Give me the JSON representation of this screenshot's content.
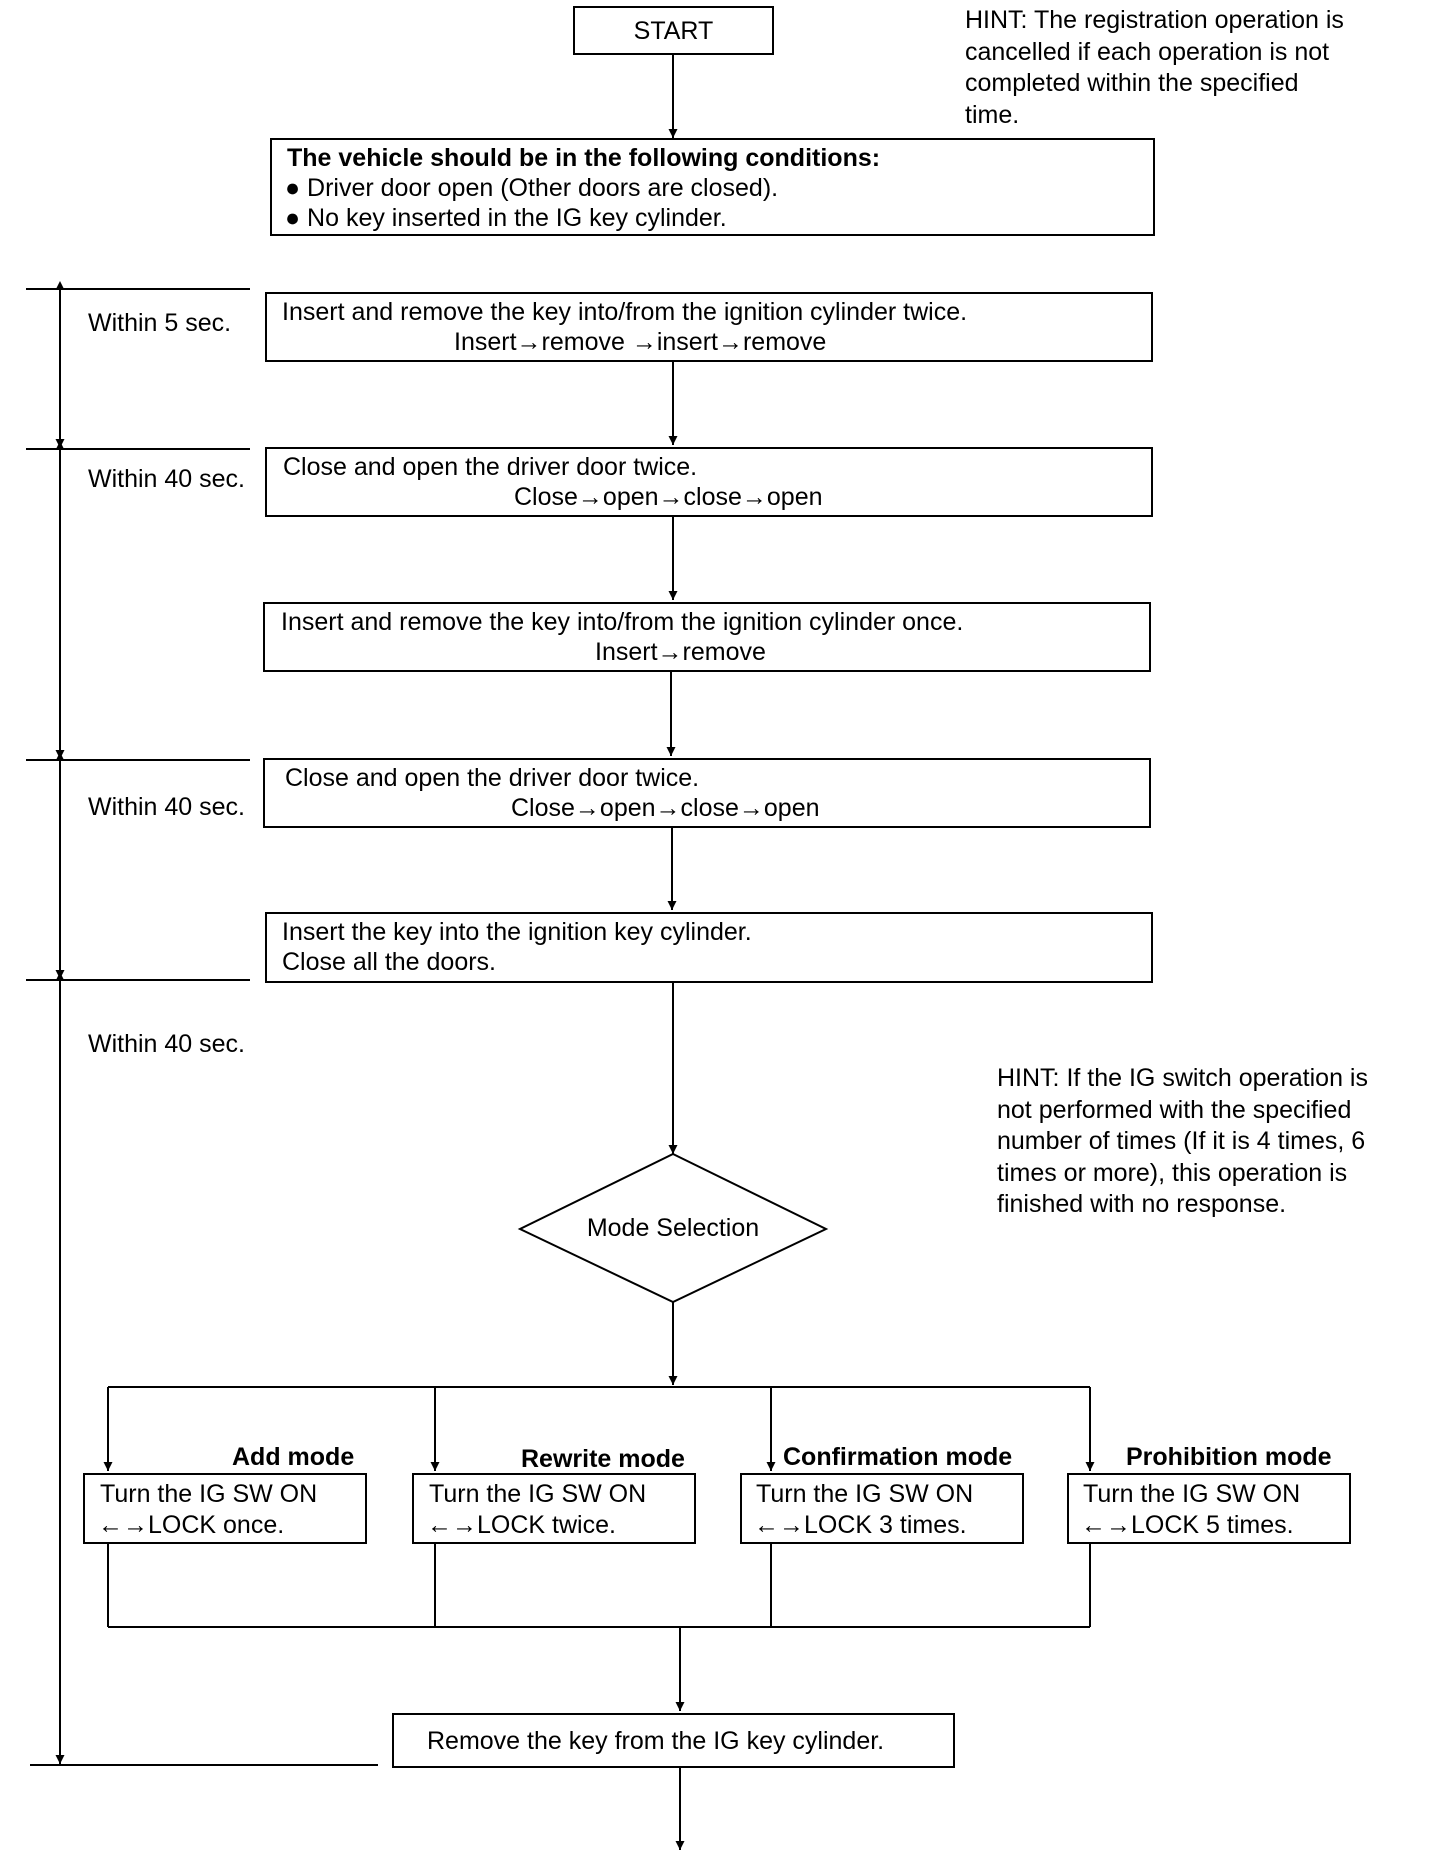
{
  "start": "START",
  "hint_top": [
    "HINT: The registration operation is",
    "cancelled if each operation is not",
    "completed within the specified",
    "time."
  ],
  "conditions": {
    "title": "The vehicle should be in the following conditions:",
    "items": [
      "Driver door open (Other doors are closed).",
      "No key inserted in the IG key cylinder."
    ]
  },
  "time_labels": [
    "Within 5 sec.",
    "Within 40 sec.",
    "Within 40 sec.",
    "Within 40 sec."
  ],
  "steps": {
    "insert_twice": {
      "line1": "Insert and remove the key into/from the ignition cylinder twice.",
      "line2": "Insert→remove →insert→remove"
    },
    "door_twice_1": {
      "line1": "Close and open the driver door twice.",
      "line2": "Close→open→close→open"
    },
    "insert_once": {
      "line1": "Insert and remove the key into/from the ignition cylinder once.",
      "line2": "Insert→remove"
    },
    "door_twice_2": {
      "line1": "Close and open the driver door twice.",
      "line2": "Close→open→close→open"
    },
    "insert_key": {
      "line1": "Insert the key into the ignition key cylinder.",
      "line2": "Close all the doors."
    }
  },
  "hint_mid": [
    "HINT: If the IG switch operation is",
    "not performed with the specified",
    "number of times (If it is 4 times, 6",
    "times or more), this operation is",
    "finished with no response."
  ],
  "decision": "Mode Selection",
  "modes": [
    {
      "name": "Add mode",
      "line1": "Turn the IG SW ON",
      "line2": "←→LOCK once."
    },
    {
      "name": "Rewrite mode",
      "line1": "Turn the IG SW ON",
      "line2": "←→LOCK twice."
    },
    {
      "name": "Confirmation mode",
      "line1": "Turn the IG SW ON",
      "line2": "←→LOCK 3 times."
    },
    {
      "name": "Prohibition mode",
      "line1": "Turn the IG SW ON",
      "line2": "←→LOCK 5 times."
    }
  ],
  "final_step": "Remove the key from the IG key cylinder."
}
